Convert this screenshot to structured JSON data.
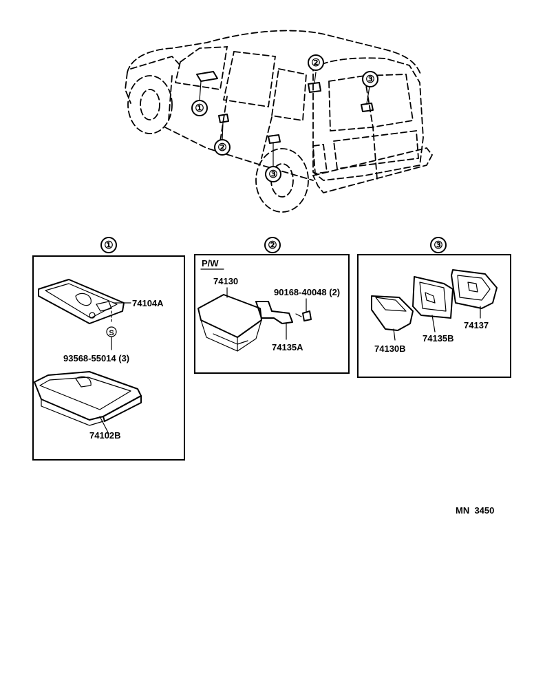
{
  "car_callouts": [
    "①",
    "②",
    "②",
    "③",
    "③"
  ],
  "panels": [
    {
      "key": "1",
      "callout": "①",
      "subtitle": "",
      "parts": [
        "74104A",
        "93568-55014 (3)",
        "74102B"
      ],
      "screw_symbol": "S"
    },
    {
      "key": "2",
      "callout": "②",
      "subtitle": "P/W",
      "parts": [
        "74130",
        "90168-40048 (2)",
        "74135A"
      ]
    },
    {
      "key": "3",
      "callout": "③",
      "subtitle": "",
      "parts": [
        "74130B",
        "74135B",
        "74137"
      ]
    }
  ],
  "diagram_code": "MN  3450"
}
